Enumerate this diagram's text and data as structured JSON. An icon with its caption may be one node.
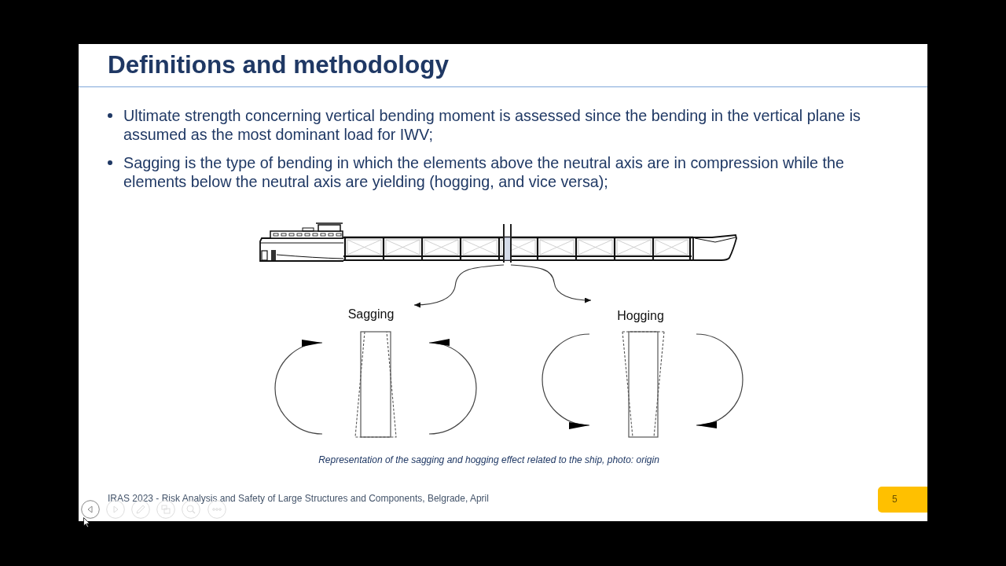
{
  "diagram": {
    "title": "Definitions and methodology",
    "caption": "Representation of the sagging and hogging effect related to the ship, photo: origin",
    "nodes": [
      {
        "text": [],
        "shape": "picture"
      },
      {
        "text": [
          "Sagging"
        ]
      },
      {
        "text": [
          "Hogging"
        ]
      }
    ],
    "edges": [
      {
        "from": 0,
        "to": 1,
        "arrow": "to"
      },
      {
        "from": 0,
        "to": 2,
        "arrow": "to"
      }
    ],
    "labels": [
      "Ultimate strength concerning vertical bending moment is assessed since the bending in the vertical plane is assumed as the most dominant load for IWV;",
      "Sagging is the type of bending in which the elements above the neutral axis are in compression while the elements below the neutral axis are yielding (hogging, and vice versa);",
      "IRAS 2023 - Risk Analysis and Safety of Large Structures and Components, Belgrade, April",
      "5"
    ]
  }
}
